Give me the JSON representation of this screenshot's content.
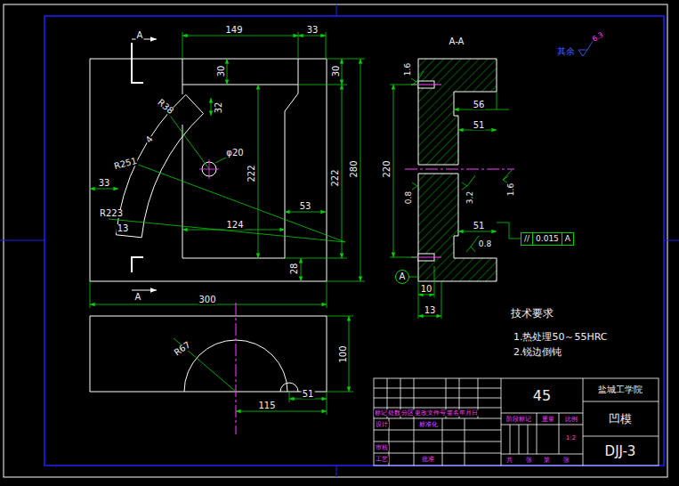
{
  "diagram": {
    "nodes": [
      {
        "text": [
          "A"
        ]
      },
      {
        "text": [
          "//",
          "0.015",
          "A"
        ]
      }
    ],
    "labels": [
      "A",
      "A",
      "149",
      "33",
      "30",
      "30",
      "R38",
      "32",
      "4",
      "φ20",
      "R251",
      "222",
      "222",
      "280",
      "33",
      "R223",
      "13",
      "124",
      "53",
      "28",
      "300",
      "R67",
      "100",
      "115",
      "51",
      "A-A",
      "1.6",
      "56",
      "51",
      "220",
      "0.8",
      "3.2",
      "1.6",
      "51",
      "0.8",
      "10",
      "13",
      "其余",
      "6.3",
      "技术要求",
      "1.热处理50～55HRC",
      "2.锐边倒钝",
      "45",
      "盐城工学院",
      "凹模",
      "DJJ-3",
      "标记",
      "处数",
      "分区",
      "更改文件号",
      "签名",
      "年月日",
      "设计",
      "标准化",
      "审核",
      "工艺",
      "批准",
      "阶段标记",
      "重量",
      "比例",
      "1:2",
      "共",
      "张",
      "第",
      "张"
    ]
  }
}
